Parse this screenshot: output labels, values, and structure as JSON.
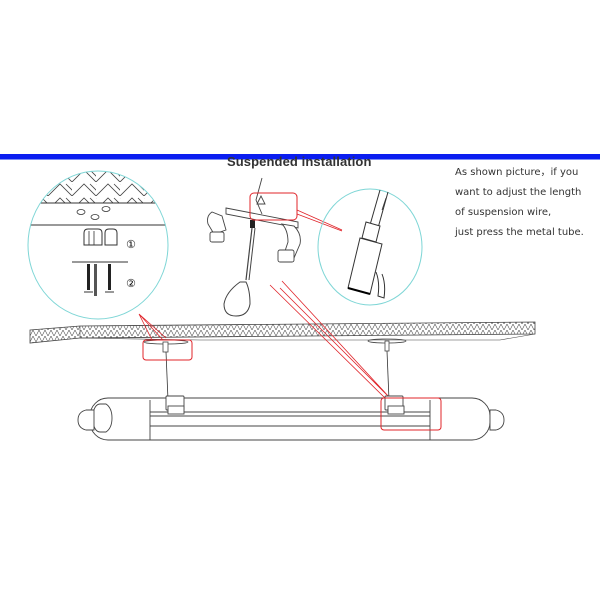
{
  "diagram": {
    "title": "Suspended installation",
    "note_lines": [
      "As shown picture，if you",
      "want to adjust the length",
      "of suspension wire,",
      "just press the metal tube."
    ],
    "step_labels": [
      "①",
      "②"
    ],
    "colors": {
      "header_bar": "#0a1df0",
      "callout": "#e0242a",
      "detail_circle": "#7fd6d6",
      "line_art": "#333333"
    },
    "components": [
      "ceiling-detail-circle",
      "suspension-clip-bracket",
      "screwdriver",
      "metal-tube-detail-circle",
      "ceiling-slab",
      "suspension-wire-left",
      "suspension-wire-right",
      "tube-light-fixture"
    ]
  }
}
